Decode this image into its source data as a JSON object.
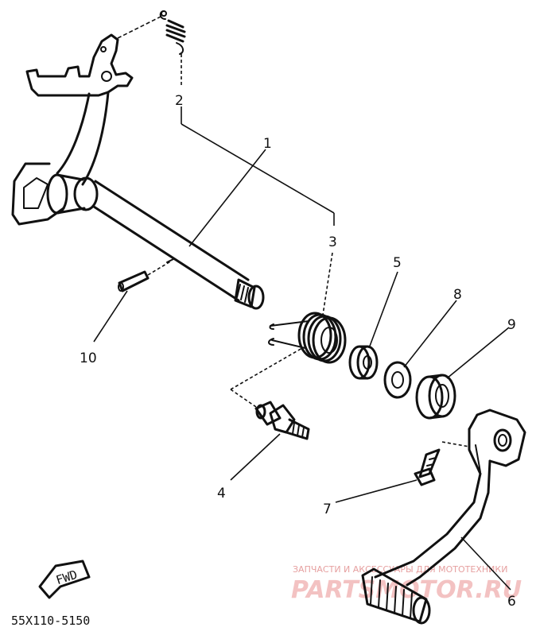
{
  "callouts": {
    "c1": "1",
    "c2": "2",
    "c3": "3",
    "c4": "4",
    "c5": "5",
    "c6": "6",
    "c7": "7",
    "c8": "8",
    "c9": "9",
    "c10": "10"
  },
  "fwd_label": "FWD",
  "diagram_code": "55X110-5150",
  "watermark": {
    "tagline": "ЗАПЧАСТИ И АКСЕССУАРЫ ДЛЯ МОТОТЕХНИКИ",
    "brand": "PARTSMOTOR.RU"
  }
}
